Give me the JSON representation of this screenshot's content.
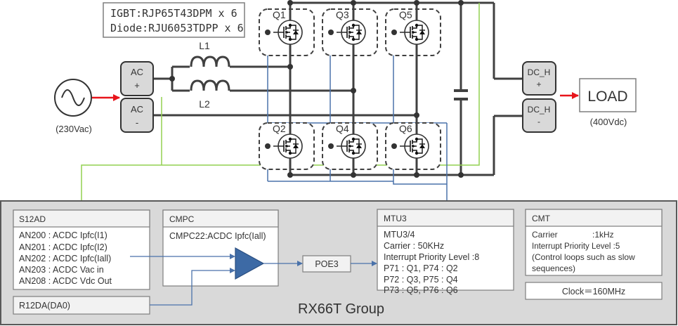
{
  "colors": {
    "wire": "#404040",
    "signal_blue": "#4a72aa",
    "sense_green": "#92d050",
    "power_arrow": "#e8151b",
    "mcu_bg": "#d9d9d9",
    "block_header": "#f2f2f2",
    "terminal_fill": "#d9d9d9",
    "comparator_fill": "#3d6aa5"
  },
  "device_note": {
    "line1": "IGBT:RJP65T43DPM x 6",
    "line2": "Diode:RJU6053TDPP x 6"
  },
  "source": {
    "icon": "ac-sine-source-icon",
    "label": "(230Vac)"
  },
  "ac_terminals": [
    {
      "name": "AC",
      "sign": "+"
    },
    {
      "name": "AC",
      "sign": "-"
    }
  ],
  "inductors": [
    {
      "label": "L1"
    },
    {
      "label": "L2"
    }
  ],
  "switches": [
    {
      "label": "Q1"
    },
    {
      "label": "Q3"
    },
    {
      "label": "Q5"
    },
    {
      "label": "Q2"
    },
    {
      "label": "Q4"
    },
    {
      "label": "Q6"
    }
  ],
  "dc_terminals": [
    {
      "name": "DC_H",
      "sign": "+"
    },
    {
      "name": "DC_H",
      "sign": "-"
    }
  ],
  "load": {
    "label": "LOAD",
    "voltage": "(400Vdc)"
  },
  "mcu": {
    "title": "RX66T Group",
    "s12ad": {
      "header": "S12AD",
      "lines": [
        "AN200 : ACDC Ipfc(I1)",
        "AN201 : ACDC Ipfc(I2)",
        "AN202 : ACDC Ipfc(Iall)",
        "AN203 : ACDC Vac in",
        "AN208 : ACDC Vdc Out"
      ]
    },
    "r12da": {
      "label": "R12DA(DA0)"
    },
    "cmpc": {
      "header": "CMPC",
      "lines": [
        "CMPC22:ACDC Ipfc(Iall)"
      ]
    },
    "poe": {
      "label": "POE3"
    },
    "mtu": {
      "header": "MTU3",
      "lines": [
        "MTU3/4",
        "Carrier : 50KHz",
        "Interrupt Priority Level :8",
        "P71 : Q1, P74 : Q2",
        "P72 : Q3, P75 : Q4",
        "P73 : Q5, P76 : Q6"
      ]
    },
    "cmt": {
      "header": "CMT",
      "carrier_label": "Carrier",
      "carrier_value": ":1kHz",
      "lines": [
        "Interrupt Priority Level :5",
        "(Control loops such as slow",
        "sequences)"
      ]
    },
    "clock": {
      "label": "Clock＝160MHz"
    }
  }
}
